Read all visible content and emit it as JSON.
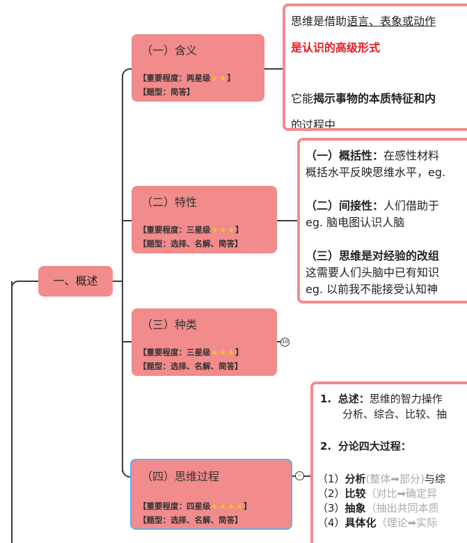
{
  "root": {
    "label": "一、概述"
  },
  "nodes": [
    {
      "title": "（一）含义",
      "importance": "【重要程度：两星级",
      "types": "【题型：简答】",
      "stars": 2
    },
    {
      "title": "（二）特性",
      "importance": "【重要程度：三星级",
      "types": "【题型：选择、名解、简答】",
      "stars": 3
    },
    {
      "title": "（三）种类",
      "importance": "【重要程度：三星级",
      "types": "【题型：选择、名解、简答】",
      "stars": 3,
      "collapsed_count": "10"
    },
    {
      "title": "（四）思维过程",
      "importance": "【重要程度：四星级",
      "types": "【题型：选择、名解、简答】",
      "stars": 4
    }
  ],
  "card1": {
    "line1_a": "思维是借助",
    "line1_u": "语言、表象或动作",
    "line2": "是认识的高级形式",
    "line3_a": "它能",
    "line3_b": "揭示事物的本质特征和内",
    "line4": "的过程中"
  },
  "card2": {
    "l1_b": "（一）概括性：",
    "l1_a": "在感性材料",
    "l2": "概括水平反映思维水平，eg.",
    "l3_b": "（二）间接性：",
    "l3_a": "人们借助于",
    "l4": "eg. 脑电图认识人脑",
    "l5_b": "（三）思维是对经验的改组",
    "l6": "这需要人们头脑中已有知识",
    "l7": "eg. 以前我不能接受认知神"
  },
  "card4": {
    "p1_num": "1.",
    "p1_b": "总述：",
    "p1_a": "思维的智力操作",
    "p1_l2": "分析、综合、比较、抽",
    "p2_num": "2.",
    "p2_b": "分论四大过程：",
    "i1_a": "（1）",
    "i1_b": "分析",
    "i1_g": "(整体➡部分)",
    "i1_c": "与综",
    "i2_a": "（2）",
    "i2_b": "比较",
    "i2_g": "（对比➡确定异",
    "i3_a": "（3）",
    "i3_b": "抽象",
    "i3_g": "（抽出共同本质",
    "i4_a": "（4）",
    "i4_b": "具体化",
    "i4_g": "（理论➡实际"
  },
  "colors": {
    "node": "#f28b8b",
    "emphasis": "#e31b23",
    "selected": "#4fb6f0",
    "stars": "#f5c518"
  }
}
